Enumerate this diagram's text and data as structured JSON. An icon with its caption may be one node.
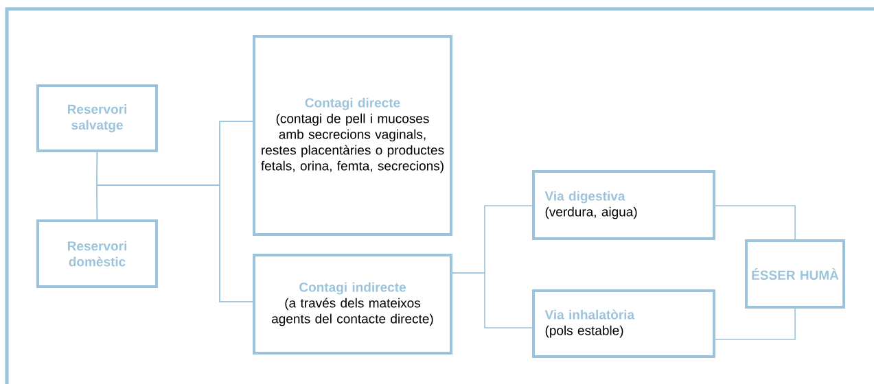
{
  "diagram": {
    "nodes": [
      {
        "text": [
          "Reservori salvatge"
        ]
      },
      {
        "text": [
          "Reservori domèstic"
        ]
      },
      {
        "text": [
          "Contagi directe",
          "(contagi de pell i mucoses amb secrecions vaginals, restes placentàries o productes fetals, orina, femta, secrecions)"
        ]
      },
      {
        "text": [
          "Contagi indirecte",
          "(a través dels mateixos agents del contacte directe)"
        ]
      },
      {
        "text": [
          "Via digestiva",
          "(verdura, aigua)"
        ]
      },
      {
        "text": [
          "Via inhalatòria",
          "(pols estable)"
        ]
      },
      {
        "text": [
          "ÉSSER HUMÀ"
        ]
      }
    ],
    "edges": [
      {
        "from": 0,
        "to": 2,
        "arrow": "none"
      },
      {
        "from": 0,
        "to": 3,
        "arrow": "none"
      },
      {
        "from": 1,
        "to": 2,
        "arrow": "none"
      },
      {
        "from": 1,
        "to": 3,
        "arrow": "none"
      },
      {
        "from": 3,
        "to": 4,
        "arrow": "none"
      },
      {
        "from": 3,
        "to": 5,
        "arrow": "none"
      },
      {
        "from": 4,
        "to": 6,
        "arrow": "none"
      },
      {
        "from": 5,
        "to": 6,
        "arrow": "none"
      }
    ]
  }
}
